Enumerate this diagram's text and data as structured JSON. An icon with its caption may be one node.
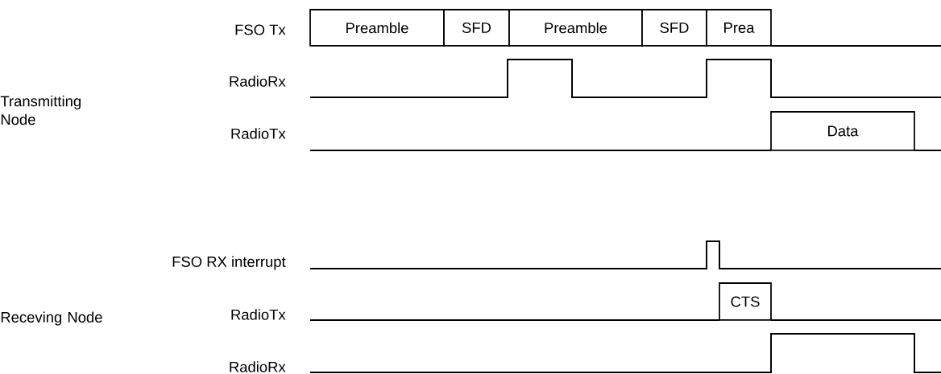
{
  "diagram": {
    "nodes": [
      {
        "text": [
          "Preamble"
        ]
      },
      {
        "text": [
          "SFD"
        ]
      },
      {
        "text": [
          "Preamble"
        ]
      },
      {
        "text": [
          "SFD"
        ]
      },
      {
        "text": [
          "Prea"
        ]
      },
      {
        "text": [
          "Data"
        ]
      },
      {
        "text": [
          "CTS"
        ]
      }
    ],
    "labels": [
      "FSO Tx",
      "Transmitting Node",
      "RadioRx",
      "RadioTx",
      "FSO RX interrupt",
      "Receving Node",
      "RadioTx",
      "RadioRx"
    ]
  }
}
